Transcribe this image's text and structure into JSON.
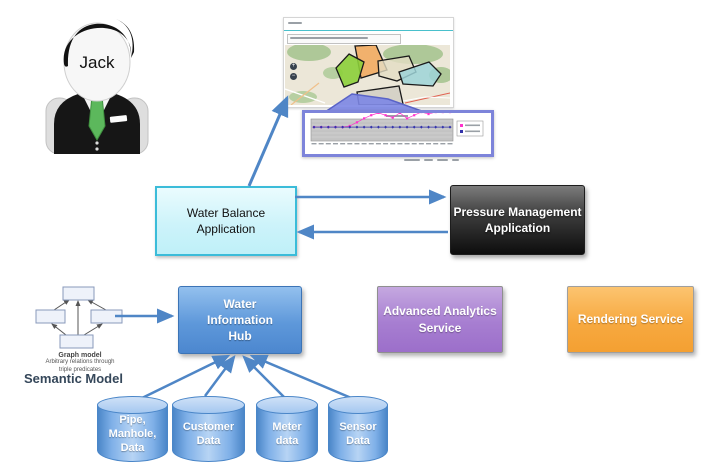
{
  "user": {
    "name": "Jack"
  },
  "map_window": {
    "regions": [
      {
        "name": "green-zone",
        "color": "#8ccf3a"
      },
      {
        "name": "orange-zone",
        "color": "#f2a75a"
      },
      {
        "name": "tan-zone",
        "color": "#e3ddc4"
      },
      {
        "name": "teal-zone",
        "color": "#9ed3d8"
      },
      {
        "name": "gray-zone",
        "color": "#d2cec4"
      }
    ]
  },
  "chart_window": {
    "chart_data": {
      "type": "line",
      "x": [
        1,
        2,
        3,
        4,
        5,
        6,
        7,
        8,
        9,
        10,
        11,
        12,
        13,
        14,
        15,
        16,
        17,
        18,
        19,
        20
      ],
      "series": [
        {
          "name": "upper-series",
          "color": "#ff33cc",
          "values": [
            3,
            3,
            3,
            3,
            3,
            3.3,
            4.2,
            5.2,
            6,
            6.6,
            6,
            5.4,
            6.6,
            5.2,
            6,
            6.8,
            6.3,
            6.8,
            6.8,
            6.8
          ]
        },
        {
          "name": "lower-series",
          "color": "#3333aa",
          "values": [
            3,
            3,
            3,
            3,
            3,
            3,
            3,
            3,
            3,
            3,
            3,
            3,
            3,
            3,
            3,
            3,
            3,
            3,
            3,
            3
          ]
        }
      ],
      "title": "",
      "xlabel": "",
      "ylabel": "",
      "ylim": [
        0,
        10
      ],
      "grid": true,
      "legend_position": "right",
      "plot_background": "#c9c9c9"
    }
  },
  "boxes": {
    "water_balance": {
      "label": "Water Balance\nApplication",
      "fill": "#cdf3fa",
      "border": "#3bbcd9"
    },
    "pressure_management": {
      "label": "Pressure Management\nApplication",
      "fill": "#2e2e2e"
    },
    "water_hub": {
      "label": "Water\nInformation\nHub",
      "fill": "#5e98da"
    },
    "advanced_analytics": {
      "label": "Advanced Analytics\nService",
      "fill": "#a77ed1"
    },
    "rendering": {
      "label": "Rendering Service",
      "fill": "#f7a940"
    }
  },
  "semantic_model": {
    "caption_title": "Graph model",
    "caption_sub": "Arbitrary relations through\ntriple predicates",
    "label": "Semantic Model"
  },
  "datastores": [
    {
      "label": "Pipe,\nManhole,\nData"
    },
    {
      "label": "Customer\nData"
    },
    {
      "label": "Meter\ndata"
    },
    {
      "label": "Sensor\nData"
    }
  ],
  "colors": {
    "arrow": "#4f86c6",
    "callout_fill": "#7c86e4",
    "callout_border": "#5a64c8"
  }
}
